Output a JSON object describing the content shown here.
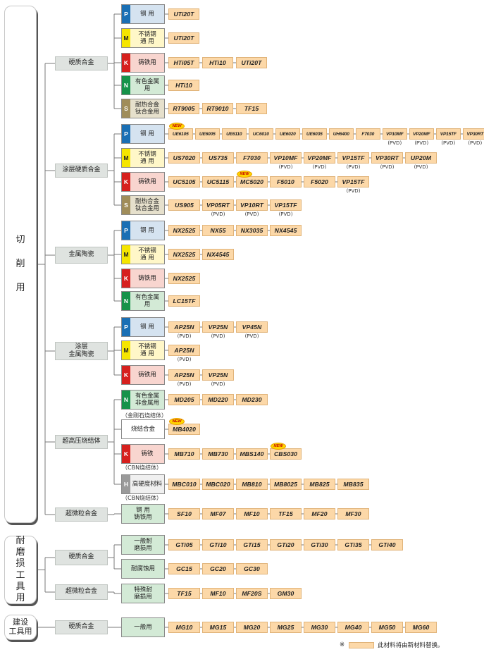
{
  "categories": [
    {
      "id": "cut",
      "label": "切\n削\n用"
    },
    {
      "id": "wear",
      "label": "耐\n磨\n损\n工\n具\n用"
    },
    {
      "id": "cons",
      "label": "建设\n工具用"
    }
  ],
  "groups": [
    {
      "id": "g1",
      "label": "硬质合金"
    },
    {
      "id": "g2",
      "label": "涂层硬质合金"
    },
    {
      "id": "g3",
      "label": "金属陶瓷"
    },
    {
      "id": "g4",
      "label": "涂层\n金属陶瓷"
    },
    {
      "id": "g5",
      "label": "超高压烧结体"
    },
    {
      "id": "g6",
      "label": "超微粒合金"
    },
    {
      "id": "g7",
      "label": "硬质合金"
    },
    {
      "id": "g8",
      "label": "超微粒合金"
    },
    {
      "id": "g9",
      "label": "硬质合金"
    }
  ],
  "colors": {
    "P": "#1a6fb4",
    "M": "#f5e500",
    "K": "#d6201e",
    "N": "#16924a",
    "S": "#a08d5a",
    "H": "#9a9a9a"
  },
  "rows": [
    {
      "mat": {
        "letter": "P",
        "name": "钢  用",
        "bg": "#d5e3f0"
      },
      "products": [
        {
          "code": "UTi20T"
        }
      ]
    },
    {
      "mat": {
        "letter": "M",
        "name": "不锈钢\n通  用",
        "bg": "#fff7c8"
      },
      "products": [
        {
          "code": "UTi20T"
        }
      ]
    },
    {
      "mat": {
        "letter": "K",
        "name": "铸铁用",
        "bg": "#f8d5cf"
      },
      "products": [
        {
          "code": "HTi05T"
        },
        {
          "code": "HTi10"
        },
        {
          "code": "UTi20T"
        }
      ]
    },
    {
      "mat": {
        "letter": "N",
        "name": "有色金属\n用",
        "bg": "#d3ead6"
      },
      "products": [
        {
          "code": "HTi10"
        }
      ]
    },
    {
      "mat": {
        "letter": "S",
        "name": "耐热合金\n钛合金用",
        "bg": "#e6e0cc"
      },
      "products": [
        {
          "code": "RT9005"
        },
        {
          "code": "RT9010"
        },
        {
          "code": "TF15"
        }
      ]
    },
    {
      "mat": {
        "letter": "P",
        "name": "钢  用",
        "bg": "#d5e3f0"
      },
      "products": [
        {
          "code": "UE6105",
          "isNew": true
        },
        {
          "code": "UE6005"
        },
        {
          "code": "UE6110"
        },
        {
          "code": "UC6010"
        },
        {
          "code": "UE6020"
        },
        {
          "code": "UE6035"
        },
        {
          "code": "UH6400"
        },
        {
          "code": "F7030"
        },
        {
          "code": "VP10MF",
          "pvd": true
        },
        {
          "code": "VP20MF",
          "pvd": true
        },
        {
          "code": "VP15TF",
          "pvd": true
        },
        {
          "code": "VP30RT",
          "pvd": true
        }
      ]
    },
    {
      "mat": {
        "letter": "M",
        "name": "不锈钢\n通  用",
        "bg": "#fff7c8"
      },
      "products": [
        {
          "code": "US7020"
        },
        {
          "code": "US735"
        },
        {
          "code": "F7030"
        },
        {
          "code": "VP10MF",
          "pvd": true
        },
        {
          "code": "VP20MF",
          "pvd": true
        },
        {
          "code": "VP15TF",
          "pvd": true
        },
        {
          "code": "VP30RT",
          "pvd": true
        },
        {
          "code": "UP20M",
          "pvd": true
        }
      ]
    },
    {
      "mat": {
        "letter": "K",
        "name": "铸铁用",
        "bg": "#f8d5cf"
      },
      "products": [
        {
          "code": "UC5105"
        },
        {
          "code": "UC5115"
        },
        {
          "code": "MC5020",
          "isNew": true
        },
        {
          "code": "F5010"
        },
        {
          "code": "F5020"
        },
        {
          "code": "VP15TF",
          "pvd": true
        }
      ]
    },
    {
      "mat": {
        "letter": "S",
        "name": "耐热合金\n钛合金用",
        "bg": "#e6e0cc"
      },
      "products": [
        {
          "code": "US905"
        },
        {
          "code": "VP05RT",
          "pvd": true
        },
        {
          "code": "VP10RT",
          "pvd": true
        },
        {
          "code": "VP15TF",
          "pvd": true
        }
      ]
    },
    {
      "mat": {
        "letter": "P",
        "name": "钢  用",
        "bg": "#d5e3f0"
      },
      "products": [
        {
          "code": "NX2525"
        },
        {
          "code": "NX55"
        },
        {
          "code": "NX3035"
        },
        {
          "code": "NX4545"
        }
      ]
    },
    {
      "mat": {
        "letter": "M",
        "name": "不锈钢\n通  用",
        "bg": "#fff7c8"
      },
      "products": [
        {
          "code": "NX2525"
        },
        {
          "code": "NX4545"
        }
      ]
    },
    {
      "mat": {
        "letter": "K",
        "name": "铸铁用",
        "bg": "#f8d5cf"
      },
      "products": [
        {
          "code": "NX2525"
        }
      ]
    },
    {
      "mat": {
        "letter": "N",
        "name": "有色金属\n用",
        "bg": "#d3ead6"
      },
      "products": [
        {
          "code": "LC15TF"
        }
      ]
    },
    {
      "mat": {
        "letter": "P",
        "name": "钢  用",
        "bg": "#d5e3f0"
      },
      "products": [
        {
          "code": "AP25N",
          "pvd": true
        },
        {
          "code": "VP25N",
          "pvd": true
        },
        {
          "code": "VP45N",
          "pvd": true
        }
      ]
    },
    {
      "mat": {
        "letter": "M",
        "name": "不锈钢\n通  用",
        "bg": "#fff7c8"
      },
      "products": [
        {
          "code": "AP25N",
          "pvd": true
        }
      ]
    },
    {
      "mat": {
        "letter": "K",
        "name": "铸铁用",
        "bg": "#f8d5cf"
      },
      "products": [
        {
          "code": "AP25N",
          "pvd": true
        },
        {
          "code": "VP25N",
          "pvd": true
        }
      ]
    },
    {
      "mat": {
        "letter": "N",
        "name": "有色金属\n非金属用",
        "bg": "#d3ead6"
      },
      "note": "（金刚石烧结体）",
      "products": [
        {
          "code": "MD205"
        },
        {
          "code": "MD220"
        },
        {
          "code": "MD230"
        }
      ]
    },
    {
      "mat": {
        "letter": "",
        "name": "烧结合金",
        "bg": "#ffffff"
      },
      "products": [
        {
          "code": "MB4020",
          "isNew": true
        }
      ]
    },
    {
      "mat": {
        "letter": "K",
        "name": "铸铁",
        "bg": "#f8d5cf"
      },
      "note": "（CBN烧结体）",
      "products": [
        {
          "code": "MB710"
        },
        {
          "code": "MB730"
        },
        {
          "code": "MBS140"
        },
        {
          "code": "CBS030",
          "isNew": true
        }
      ]
    },
    {
      "mat": {
        "letter": "H",
        "name": "高硬度材料",
        "bg": "#f0f0f0"
      },
      "note": "（CBN烧结体）",
      "products": [
        {
          "code": "MBC010"
        },
        {
          "code": "MBC020"
        },
        {
          "code": "MB810"
        },
        {
          "code": "MB8025"
        },
        {
          "code": "MB825"
        },
        {
          "code": "MB835"
        }
      ]
    },
    {
      "mat": {
        "letter": "",
        "name": "钢  用\n铸铁用",
        "bg": "#d3ead6"
      },
      "products": [
        {
          "code": "SF10"
        },
        {
          "code": "MF07"
        },
        {
          "code": "MF10"
        },
        {
          "code": "TF15"
        },
        {
          "code": "MF20"
        },
        {
          "code": "MF30"
        }
      ]
    },
    {
      "mat": {
        "letter": "",
        "name": "一般耐\n磨损用",
        "bg": "#d3ead6"
      },
      "products": [
        {
          "code": "GTi05"
        },
        {
          "code": "GTi10"
        },
        {
          "code": "GTi15"
        },
        {
          "code": "GTi20"
        },
        {
          "code": "GTi30"
        },
        {
          "code": "GTi35"
        },
        {
          "code": "GTi40"
        }
      ]
    },
    {
      "mat": {
        "letter": "",
        "name": "耐腐蚀用",
        "bg": "#d3ead6"
      },
      "products": [
        {
          "code": "GC15"
        },
        {
          "code": "GC20"
        },
        {
          "code": "GC30"
        }
      ]
    },
    {
      "mat": {
        "letter": "",
        "name": "特殊耐\n磨损用",
        "bg": "#d3ead6"
      },
      "products": [
        {
          "code": "TF15"
        },
        {
          "code": "MF10"
        },
        {
          "code": "MF20S"
        },
        {
          "code": "GM30"
        }
      ]
    },
    {
      "mat": {
        "letter": "",
        "name": "一般用",
        "bg": "#d3ead6"
      },
      "products": [
        {
          "code": "MG10"
        },
        {
          "code": "MG15"
        },
        {
          "code": "MG20"
        },
        {
          "code": "MG25"
        },
        {
          "code": "MG30"
        },
        {
          "code": "MG40"
        },
        {
          "code": "MG50"
        },
        {
          "code": "MG60"
        }
      ]
    }
  ],
  "labels": {
    "pvd": "(PVD)",
    "new": "NEW"
  },
  "legend": {
    "mark": "※",
    "text": "此材料将由新材料替换。"
  }
}
